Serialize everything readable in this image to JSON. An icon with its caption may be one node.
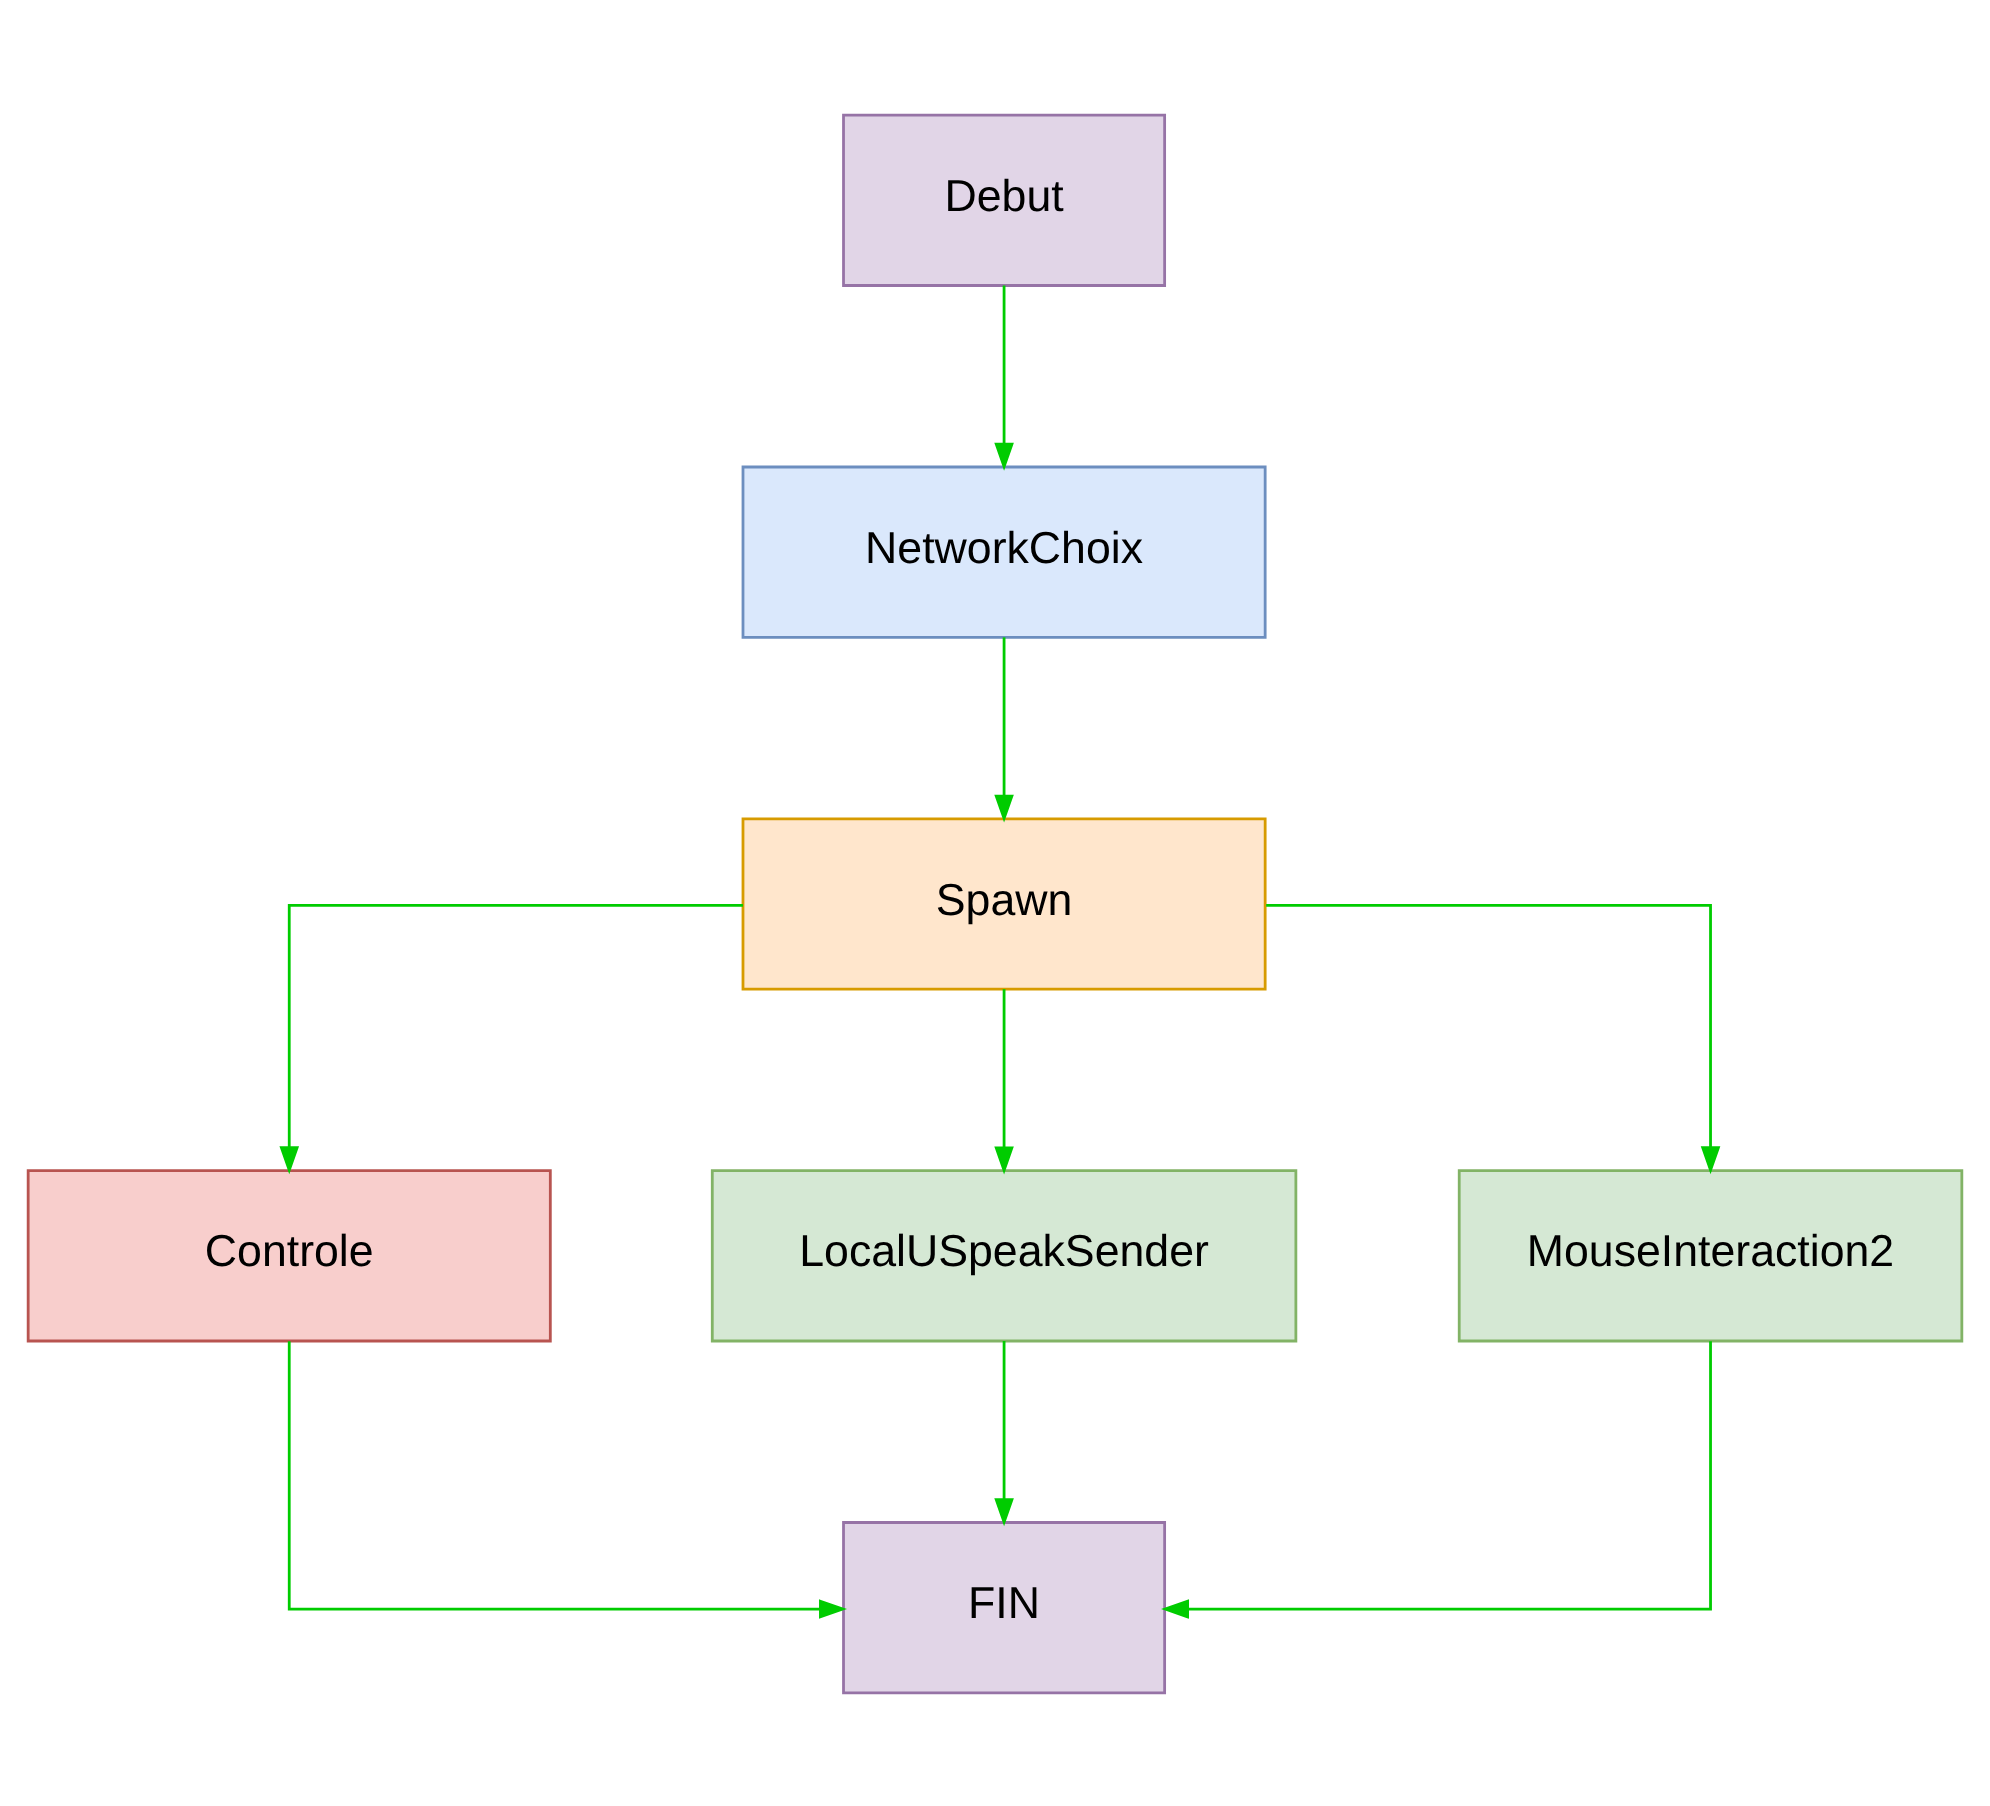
{
  "diagram": {
    "nodes": [
      {
        "text": [
          "Debut"
        ]
      },
      {
        "text": [
          "NetworkChoix"
        ]
      },
      {
        "text": [
          "Spawn"
        ]
      },
      {
        "text": [
          "Controle"
        ]
      },
      {
        "text": [
          "LocalUSpeakSender"
        ]
      },
      {
        "text": [
          "MouseInteraction2"
        ]
      },
      {
        "text": [
          "FIN"
        ]
      }
    ],
    "edges": [
      {
        "from": 0,
        "to": 1,
        "arrow": "to"
      },
      {
        "from": 1,
        "to": 2,
        "arrow": "to"
      },
      {
        "from": 2,
        "to": 3,
        "arrow": "to"
      },
      {
        "from": 2,
        "to": 4,
        "arrow": "to"
      },
      {
        "from": 2,
        "to": 5,
        "arrow": "to"
      },
      {
        "from": 3,
        "to": 6,
        "arrow": "to"
      },
      {
        "from": 4,
        "to": 6,
        "arrow": "to"
      },
      {
        "from": 5,
        "to": 6,
        "arrow": "to"
      }
    ]
  }
}
